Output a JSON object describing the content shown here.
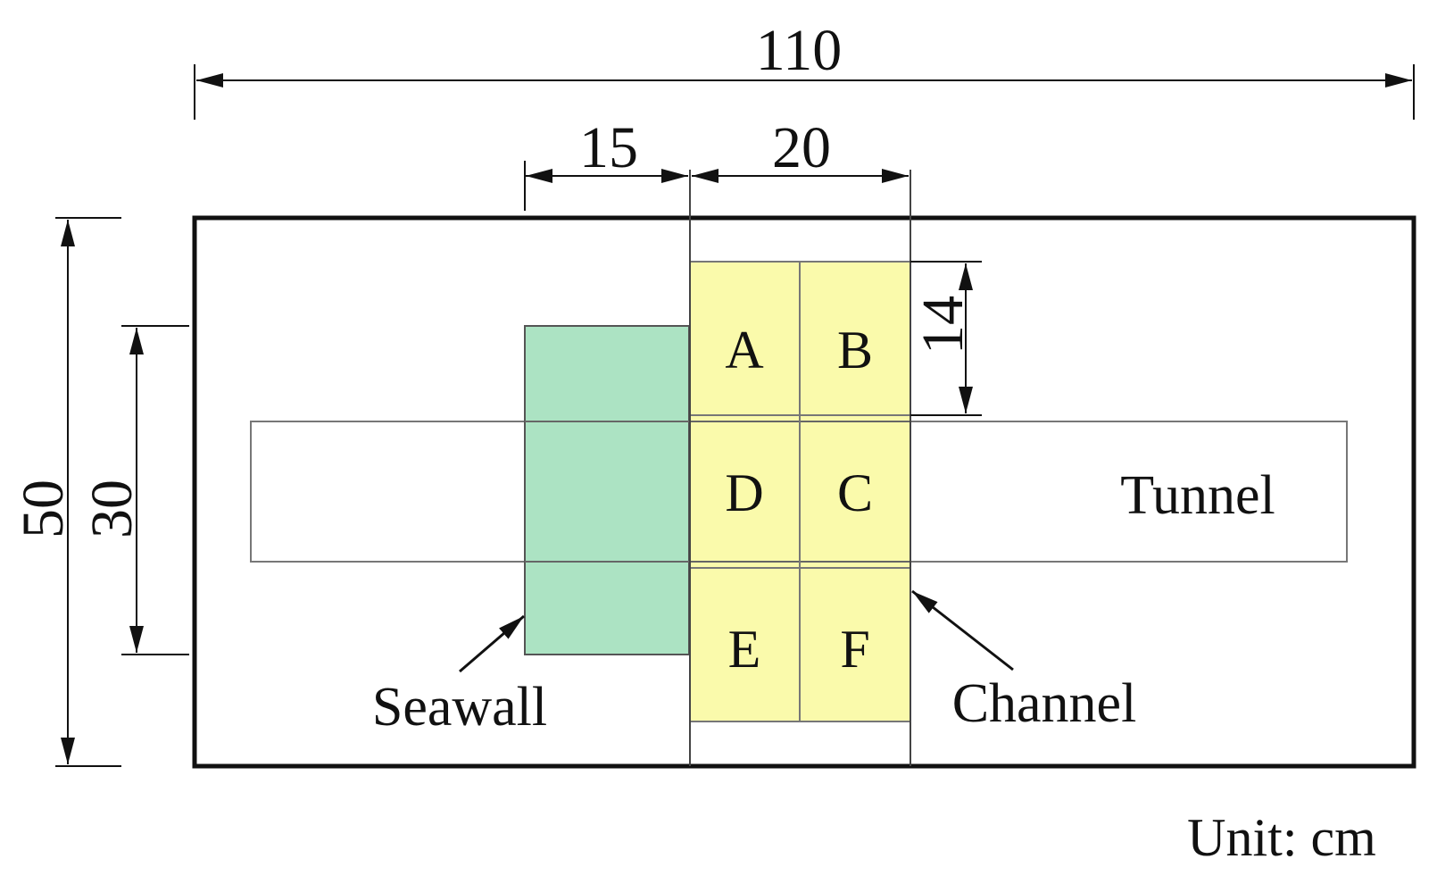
{
  "dimensions": {
    "total_length": "110",
    "seawall_width": "15",
    "channel_width": "20",
    "cell_height": "14",
    "total_height": "50",
    "seawall_height": "30"
  },
  "cells": [
    "A",
    "B",
    "D",
    "C",
    "E",
    "F"
  ],
  "labels": {
    "tunnel": "Tunnel",
    "seawall": "Seawall",
    "channel": "Channel",
    "unit": "Unit: cm"
  },
  "colors": {
    "seawall_fill": "#a8e2c0",
    "channel_fill": "#fafaa6",
    "outline": "#111111",
    "thin_line": "#777777"
  }
}
